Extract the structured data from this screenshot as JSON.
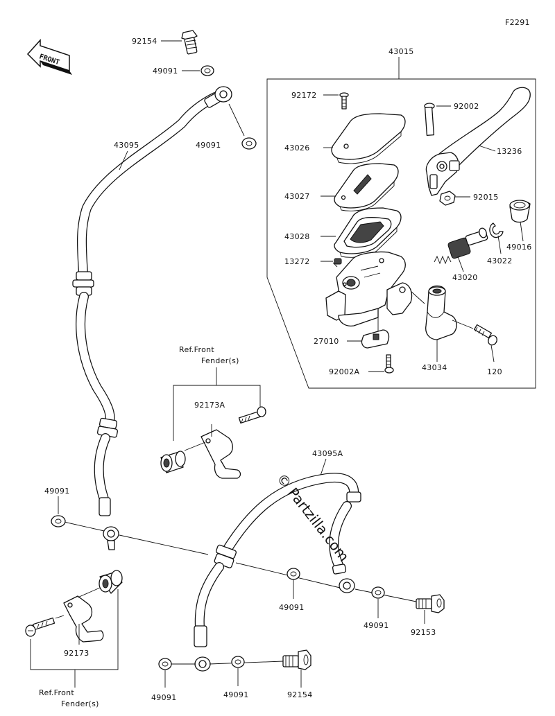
{
  "figure_code": "F2291",
  "front_badge": "FRONT",
  "watermark": "© Partzilla.com",
  "labels": {
    "p92154_top": "92154",
    "p49091_a": "49091",
    "p49091_b": "49091",
    "p43095": "43095",
    "p43015": "43015",
    "p92172": "92172",
    "p92002": "92002",
    "p43026": "43026",
    "p13236": "13236",
    "p43027": "43027",
    "p92015": "92015",
    "p43028": "43028",
    "p49016": "49016",
    "p43022": "43022",
    "p13272": "13272",
    "p43020": "43020",
    "p27010": "27010",
    "p92002A": "92002A",
    "p43034": "43034",
    "p120": "120",
    "ref_front_fender_1a": "Ref.Front",
    "ref_front_fender_1b": "Fender(s)",
    "p92173A": "92173A",
    "p43095A": "43095A",
    "p49091_c": "49091",
    "p49091_d": "49091",
    "p49091_e": "49091",
    "p92153": "92153",
    "p92173": "92173",
    "ref_front_fender_2a": "Ref.Front",
    "ref_front_fender_2b": "Fender(s)",
    "p49091_f": "49091",
    "p49091_g": "49091",
    "p92154_bottom": "92154"
  }
}
